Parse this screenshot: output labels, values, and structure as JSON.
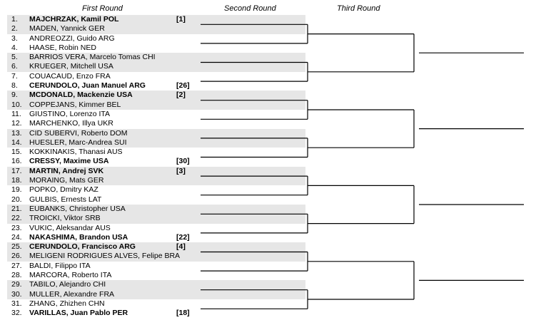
{
  "headers": {
    "first_round": "First Round",
    "second_round": "Second Round",
    "third_round": "Third Round"
  },
  "players": [
    {
      "num": "1.",
      "name": "MAJCHRZAK, Kamil POL",
      "seed": "[1]",
      "seeded": true
    },
    {
      "num": "2.",
      "name": "MADEN, Yannick GER",
      "seed": "",
      "seeded": false
    },
    {
      "num": "3.",
      "name": "ANDREOZZI, Guido ARG",
      "seed": "",
      "seeded": false
    },
    {
      "num": "4.",
      "name": "HAASE, Robin NED",
      "seed": "",
      "seeded": false
    },
    {
      "num": "5.",
      "name": "BARRIOS VERA, Marcelo Tomas CHI",
      "seed": "",
      "seeded": false
    },
    {
      "num": "6.",
      "name": "KRUEGER, Mitchell USA",
      "seed": "",
      "seeded": false
    },
    {
      "num": "7.",
      "name": "COUACAUD, Enzo FRA",
      "seed": "",
      "seeded": false
    },
    {
      "num": "8.",
      "name": "CERUNDOLO, Juan Manuel ARG",
      "seed": "[26]",
      "seeded": true
    },
    {
      "num": "9.",
      "name": "MCDONALD, Mackenzie USA",
      "seed": "[2]",
      "seeded": true
    },
    {
      "num": "10.",
      "name": "COPPEJANS, Kimmer BEL",
      "seed": "",
      "seeded": false
    },
    {
      "num": "11.",
      "name": "GIUSTINO, Lorenzo ITA",
      "seed": "",
      "seeded": false
    },
    {
      "num": "12.",
      "name": "MARCHENKO, Illya UKR",
      "seed": "",
      "seeded": false
    },
    {
      "num": "13.",
      "name": "CID SUBERVI, Roberto DOM",
      "seed": "",
      "seeded": false
    },
    {
      "num": "14.",
      "name": "HUESLER, Marc-Andrea SUI",
      "seed": "",
      "seeded": false
    },
    {
      "num": "15.",
      "name": "KOKKINAKIS, Thanasi AUS",
      "seed": "",
      "seeded": false
    },
    {
      "num": "16.",
      "name": "CRESSY, Maxime USA",
      "seed": "[30]",
      "seeded": true
    },
    {
      "num": "17.",
      "name": "MARTIN, Andrej SVK",
      "seed": "[3]",
      "seeded": true
    },
    {
      "num": "18.",
      "name": "MORAING, Mats GER",
      "seed": "",
      "seeded": false
    },
    {
      "num": "19.",
      "name": "POPKO, Dmitry KAZ",
      "seed": "",
      "seeded": false
    },
    {
      "num": "20.",
      "name": "GULBIS, Ernests LAT",
      "seed": "",
      "seeded": false
    },
    {
      "num": "21.",
      "name": "EUBANKS, Christopher USA",
      "seed": "",
      "seeded": false
    },
    {
      "num": "22.",
      "name": "TROICKI, Viktor SRB",
      "seed": "",
      "seeded": false
    },
    {
      "num": "23.",
      "name": "VUKIC, Aleksandar AUS",
      "seed": "",
      "seeded": false
    },
    {
      "num": "24.",
      "name": "NAKASHIMA, Brandon USA",
      "seed": "[22]",
      "seeded": true
    },
    {
      "num": "25.",
      "name": "CERUNDOLO, Francisco ARG",
      "seed": "[4]",
      "seeded": true
    },
    {
      "num": "26.",
      "name": "MELIGENI RODRIGUES ALVES, Felipe BRA",
      "seed": "",
      "seeded": false
    },
    {
      "num": "27.",
      "name": "BALDI, Filippo ITA",
      "seed": "",
      "seeded": false
    },
    {
      "num": "28.",
      "name": "MARCORA, Roberto ITA",
      "seed": "",
      "seeded": false
    },
    {
      "num": "29.",
      "name": "TABILO, Alejandro CHI",
      "seed": "",
      "seeded": false
    },
    {
      "num": "30.",
      "name": "MULLER, Alexandre FRA",
      "seed": "",
      "seeded": false
    },
    {
      "num": "31.",
      "name": "ZHANG, Zhizhen CHN",
      "seed": "",
      "seeded": false
    },
    {
      "num": "32.",
      "name": "VARILLAS, Juan Pablo PER",
      "seed": "[18]",
      "seeded": true
    }
  ]
}
